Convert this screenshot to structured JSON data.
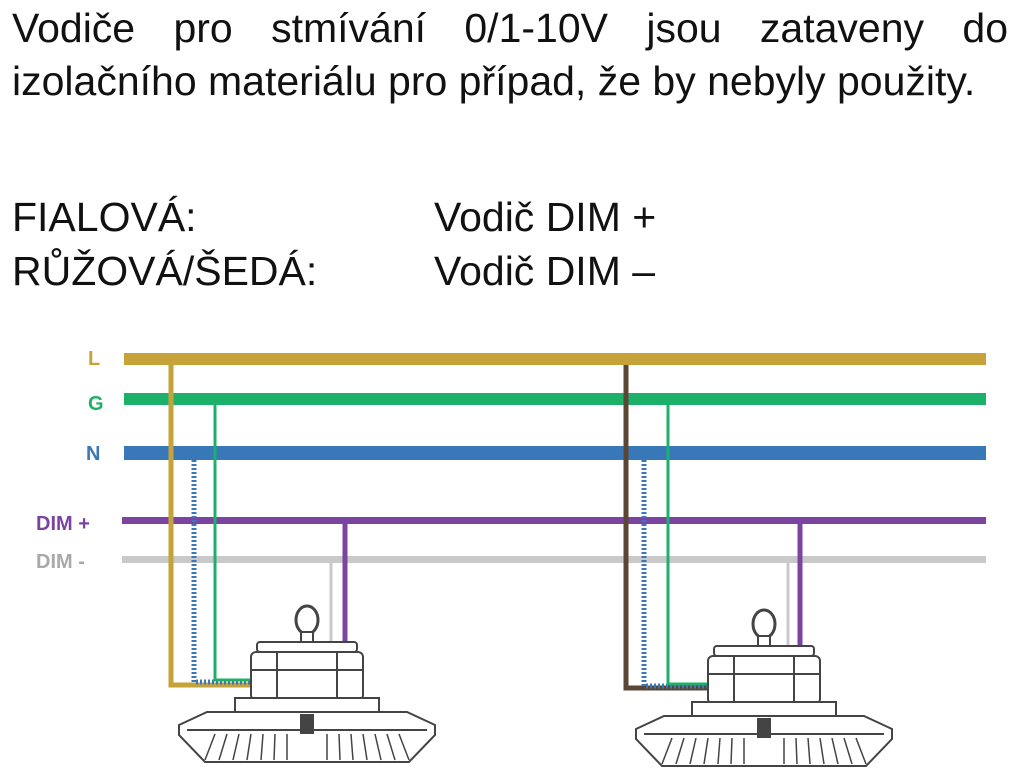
{
  "text": {
    "paragraph": "Vodiče pro stmívání 0/1-10V jsou zataveny do izolačního materiálu pro případ, že by nebyly použity.",
    "legend": [
      {
        "key": "FIALOVÁ:",
        "value": "Vodič DIM +"
      },
      {
        "key": "RŮŽOVÁ/ŠEDÁ:",
        "value": "Vodič DIM –"
      }
    ]
  },
  "diagram": {
    "wires": [
      {
        "label": "L",
        "color": "#c6a23a"
      },
      {
        "label": "G",
        "color": "#1db06a"
      },
      {
        "label": "N",
        "color": "#3878b8"
      },
      {
        "label": "DIM +",
        "color": "#7a44a0"
      },
      {
        "label": "DIM -",
        "color": "#c9c9c9"
      }
    ],
    "label_color_dim_minus": "#a9a9a9",
    "drop_wire_brown": "#5a4634",
    "fixtures": [
      {
        "icon": "high-bay-light-icon"
      },
      {
        "icon": "high-bay-light-icon"
      }
    ]
  }
}
